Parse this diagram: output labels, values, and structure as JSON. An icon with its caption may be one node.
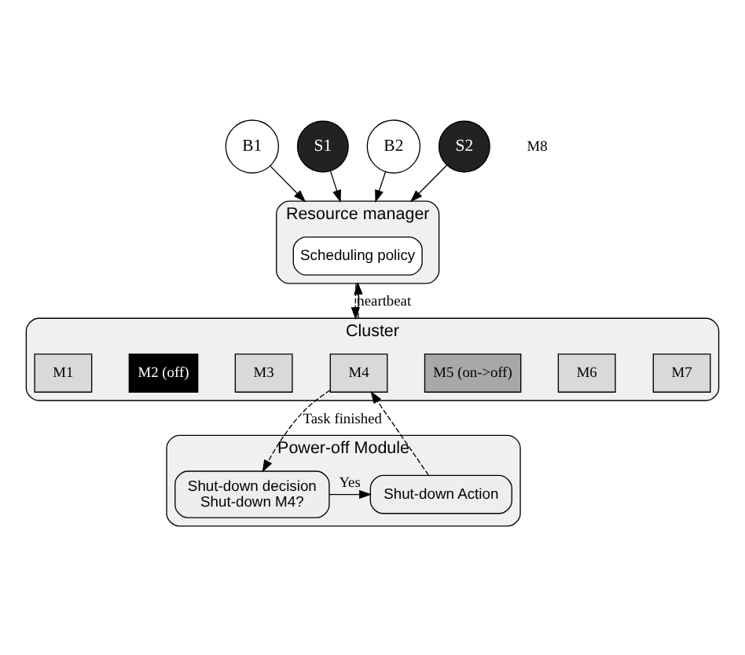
{
  "diagram": {
    "nodes": [
      {
        "text": [
          "B1"
        ]
      },
      {
        "text": [
          "S1"
        ]
      },
      {
        "text": [
          "B2"
        ]
      },
      {
        "text": [
          "S2"
        ]
      },
      {
        "text": [
          "Resource manager"
        ]
      },
      {
        "text": [
          "Scheduling policy"
        ],
        "in": 4
      },
      {
        "text": [
          "Cluster"
        ]
      },
      {
        "text": [
          "M1"
        ],
        "in": 6
      },
      {
        "text": [
          "M2 (off)"
        ],
        "in": 6
      },
      {
        "text": [
          "M3"
        ],
        "in": 6
      },
      {
        "text": [
          "M4"
        ],
        "in": 6
      },
      {
        "text": [
          "M5 (on->off)"
        ],
        "in": 6
      },
      {
        "text": [
          "M6"
        ],
        "in": 6
      },
      {
        "text": [
          "M7"
        ],
        "in": 6
      },
      {
        "text": [
          "Power-off Module"
        ]
      },
      {
        "text": [
          "Shut-down decision",
          "Shut-down M4?"
        ],
        "in": 14
      },
      {
        "text": [
          "Shut-down Action"
        ],
        "in": 14
      }
    ],
    "edges": [
      {
        "from": 0,
        "to": 4,
        "arrow": "to"
      },
      {
        "from": 1,
        "to": 4,
        "arrow": "to"
      },
      {
        "from": 2,
        "to": 4,
        "arrow": "to"
      },
      {
        "from": 3,
        "to": 4,
        "arrow": "to"
      },
      {
        "from": 4,
        "to": 6,
        "arrow": "to",
        "style": "dashed"
      },
      {
        "from": 6,
        "to": 4,
        "arrow": "to",
        "style": "dashed",
        "label": "heartbeat"
      },
      {
        "from": 10,
        "to": 15,
        "arrow": "to",
        "style": "dashed",
        "label": "Task finished"
      },
      {
        "from": 16,
        "to": 10,
        "arrow": "to",
        "style": "dashed"
      },
      {
        "from": 15,
        "to": 16,
        "arrow": "to",
        "label": "Yes"
      }
    ],
    "labels": [
      "M8"
    ]
  }
}
